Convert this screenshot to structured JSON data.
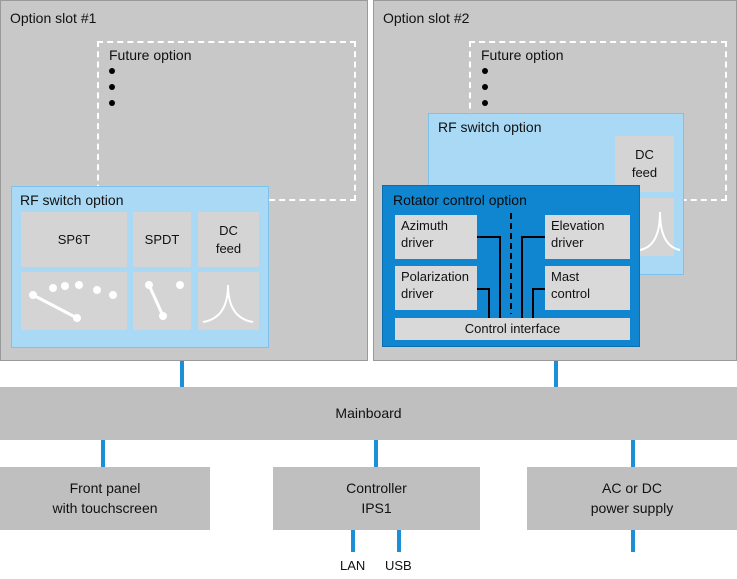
{
  "slot1": {
    "label": "Option slot #1",
    "future_label": "Future option",
    "rf": {
      "title": "RF switch option",
      "cells": [
        "SP6T",
        "SPDT",
        "DC\nfeed"
      ]
    }
  },
  "slot2": {
    "label": "Option slot #2",
    "future_label": "Future option",
    "rf": {
      "title": "RF switch option",
      "dc_feed": "DC\nfeed"
    },
    "rotator": {
      "title": "Rotator control option",
      "azimuth": "Azimuth\ndriver",
      "elevation": "Elevation\ndriver",
      "polarization": "Polarization\ndriver",
      "mast": "Mast\ncontrol",
      "interface": "Control interface"
    }
  },
  "mainboard": "Mainboard",
  "front_panel": "Front panel\nwith touchscreen",
  "controller": "Controller\nIPS1",
  "power": "AC or DC\npower supply",
  "ports": {
    "lan": "LAN",
    "usb": "USB"
  },
  "colors": {
    "slot": "#c8c8c8",
    "rf": "#a9d9f5",
    "rotator": "#0f86cf",
    "bus": "#1c8fd6"
  }
}
